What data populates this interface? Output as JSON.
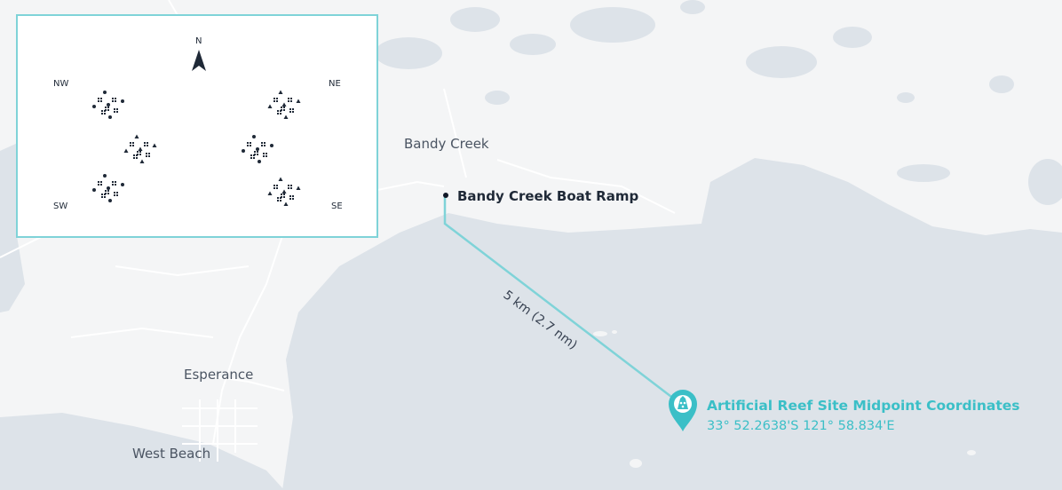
{
  "map": {
    "places": {
      "bandy_creek": "Bandy Creek",
      "esperance": "Esperance",
      "west_beach": "West Beach"
    },
    "boat_ramp": {
      "label": "Bandy Creek Boat Ramp"
    },
    "route": {
      "distance_label": "5 km (2.7 nm)"
    },
    "reef_site": {
      "title": "Artificial Reef Site Midpoint Coordinates",
      "coordinates": "33° 52.2638'S 121° 58.834'E"
    },
    "colors": {
      "land": "#f4f5f6",
      "water": "#dde3e9",
      "road": "#ffffff",
      "accent": "#3bbfc7"
    }
  },
  "inset": {
    "north_label": "N",
    "quadrants": {
      "nw": "NW",
      "ne": "NE",
      "sw": "SW",
      "se": "SE"
    }
  }
}
